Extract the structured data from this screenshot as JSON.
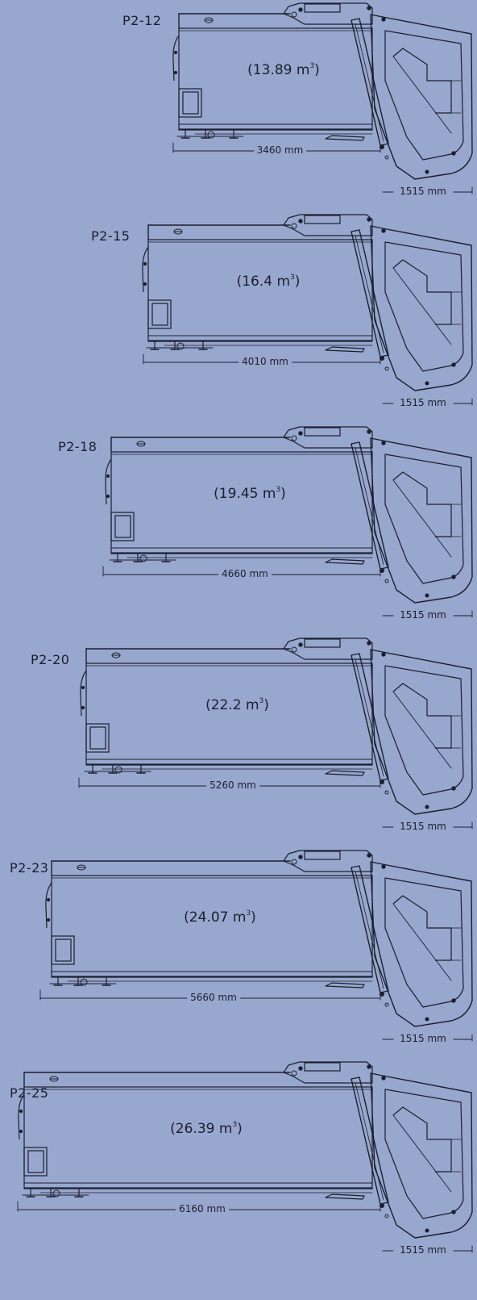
{
  "drawings": [
    {
      "model": "P2-12",
      "volume_value": "(13.89 m",
      "volume_sup": "3",
      "volume_close": ")",
      "length": "3460 mm",
      "tail": "1515 mm"
    },
    {
      "model": "P2-15",
      "volume_value": "(16.4 m",
      "volume_sup": "3",
      "volume_close": ")",
      "length": "4010 mm",
      "tail": "1515 mm"
    },
    {
      "model": "P2-18",
      "volume_value": "(19.45 m",
      "volume_sup": "3",
      "volume_close": ")",
      "length": "4660 mm",
      "tail": "1515 mm"
    },
    {
      "model": "P2-20",
      "volume_value": "(22.2 m",
      "volume_sup": "3",
      "volume_close": ")",
      "length": "5260 mm",
      "tail": "1515 mm"
    },
    {
      "model": "P2-23",
      "volume_value": "(24.07 m",
      "volume_sup": "3",
      "volume_close": ")",
      "length": "5660 mm",
      "tail": "1515 mm"
    },
    {
      "model": "P2-25",
      "volume_value": "(26.39 m",
      "volume_sup": "3",
      "volume_close": ")",
      "length": "6160 mm",
      "tail": "1515 mm"
    }
  ],
  "colors": {
    "background": "#98a7ce",
    "line": "#1b1f2e",
    "panel": "#a3b2d8"
  }
}
